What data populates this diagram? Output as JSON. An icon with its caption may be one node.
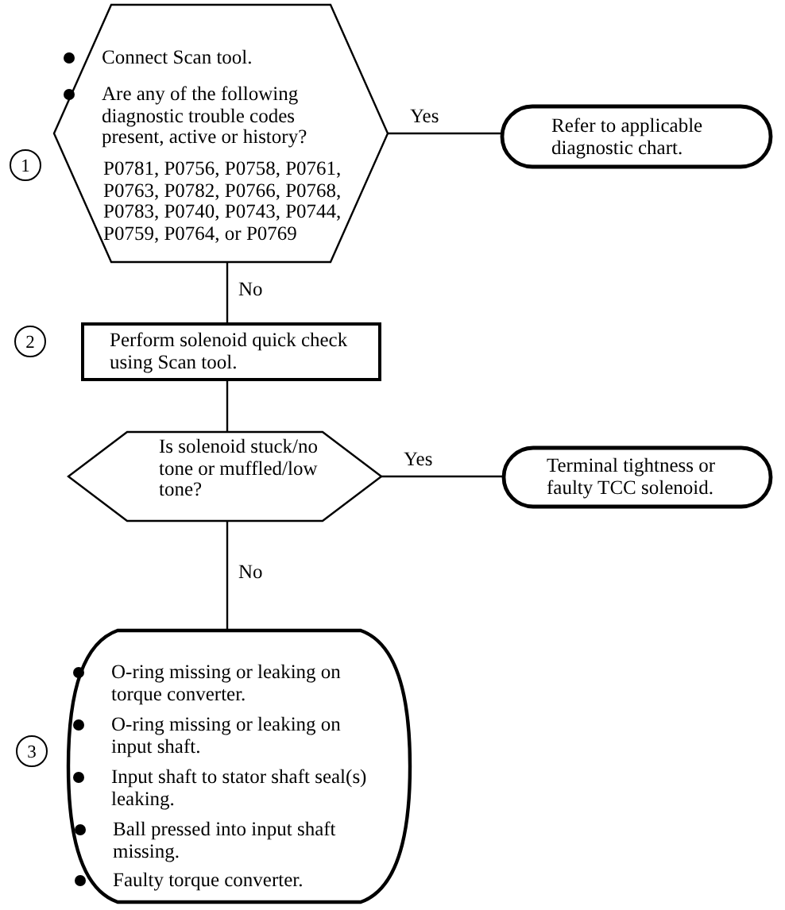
{
  "diagram": {
    "nodes": [
      {
        "text": [
          "Connect Scan tool.",
          "Are any of the following diagnostic trouble codes present, active or history?",
          "P0781, P0756, P0758, P0761, P0763, P0782, P0766, P0768, P0783, P0740, P0743, P0744, P0759, P0764, or P0769"
        ],
        "beside": [
          "1"
        ]
      },
      {
        "text": [
          "Refer to applicable diagnostic chart."
        ]
      },
      {
        "text": [
          "Perform solenoid quick check using Scan tool."
        ],
        "beside": [
          "2"
        ]
      },
      {
        "text": [
          "Is solenoid stuck/no tone or muffled/low tone?"
        ]
      },
      {
        "text": [
          "Terminal tightness or faulty TCC solenoid."
        ]
      },
      {
        "text": [
          "O-ring missing or leaking on torque converter.",
          "O-ring missing or leaking on input shaft.",
          "Input shaft to stator shaft seal(s) leaking.",
          "Ball pressed into input shaft missing.",
          "Faulty torque converter."
        ],
        "beside": [
          "3"
        ]
      }
    ],
    "edges": [
      {
        "from": 0,
        "to": 1,
        "arrow": "none",
        "label": "Yes"
      },
      {
        "from": 0,
        "to": 2,
        "arrow": "none",
        "label": "No"
      },
      {
        "from": 2,
        "to": 3,
        "arrow": "none"
      },
      {
        "from": 3,
        "to": 4,
        "arrow": "none",
        "label": "Yes"
      },
      {
        "from": 3,
        "to": 5,
        "arrow": "none",
        "label": "No"
      }
    ]
  }
}
